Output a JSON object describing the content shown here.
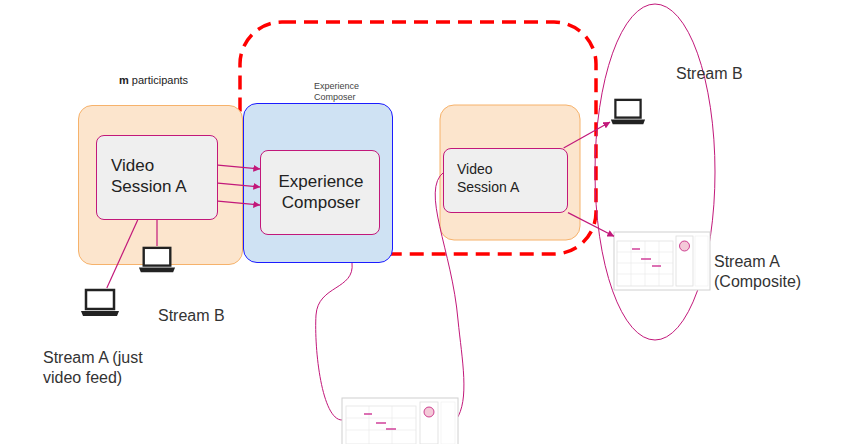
{
  "diagram": {
    "nodes": [
      {
        "text": [
          "m participants"
        ]
      },
      {
        "text": [
          "Video Session A"
        ],
        "in": 0
      },
      {
        "text": [
          "Experience Composer"
        ]
      },
      {
        "text": [
          "Experience Composer"
        ],
        "in": 2
      },
      {
        "text": [
          "Video Session A"
        ]
      },
      {
        "text": [
          "Stream A (just video feed)"
        ]
      },
      {
        "text": [
          "Stream B"
        ]
      },
      {
        "text": [
          "Stream B"
        ]
      },
      {
        "text": [
          "Stream A (Composite)"
        ]
      }
    ],
    "edges": [
      {
        "from": 1,
        "to": 3,
        "arrow": "to"
      },
      {
        "from": 1,
        "to": 3,
        "arrow": "to"
      },
      {
        "from": 1,
        "to": 3,
        "arrow": "to"
      },
      {
        "from": 1,
        "to": 5,
        "arrow": "none"
      },
      {
        "from": 1,
        "to": 6,
        "arrow": "none"
      },
      {
        "from": 4,
        "to": 7,
        "arrow": "to"
      },
      {
        "from": 4,
        "to": 8,
        "arrow": "to"
      }
    ]
  }
}
